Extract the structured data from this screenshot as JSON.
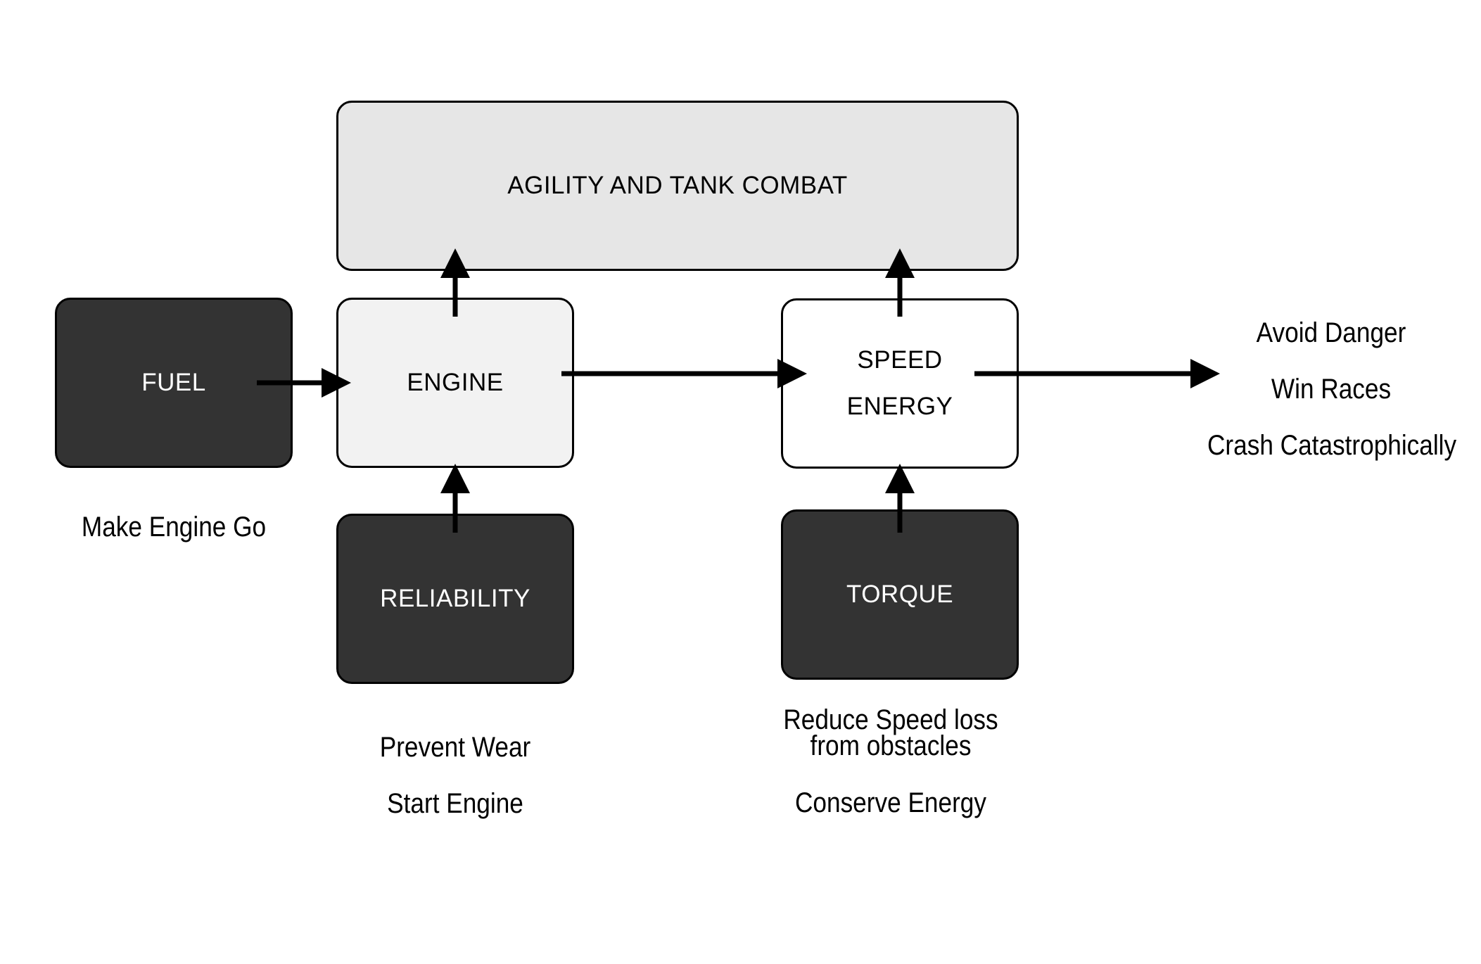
{
  "diagram": {
    "top_box": {
      "label": "AGILITY AND TANK COMBAT",
      "fill": "#e6e6e6"
    },
    "fuel": {
      "label": "FUEL",
      "fill": "#333333"
    },
    "engine": {
      "label": "ENGINE",
      "fill": "#f2f2f2"
    },
    "speed_energy": {
      "line1": "SPEED",
      "line2": "ENERGY",
      "fill": "#ffffff"
    },
    "reliability": {
      "label": "RELIABILITY",
      "fill": "#333333"
    },
    "torque": {
      "label": "TORQUE",
      "fill": "#333333"
    },
    "fuel_note": {
      "line1": "Make Engine Go"
    },
    "reliability_note": {
      "line1": "Prevent Wear",
      "line2": "Start Engine"
    },
    "torque_note": {
      "line1": "Reduce Speed loss",
      "line2": "from obstacles",
      "line3": "Conserve Energy"
    },
    "outcome_note": {
      "line1": "Avoid Danger",
      "line2": "Win Races",
      "line3": "Crash Catastrophically"
    }
  }
}
